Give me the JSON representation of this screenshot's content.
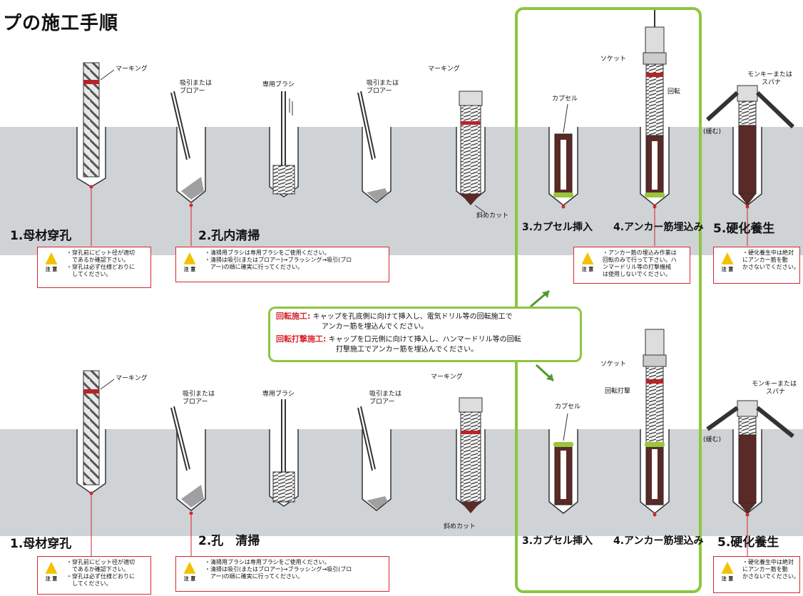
{
  "title": "プの施工手順",
  "labels": {
    "marking": "マーキング",
    "suction_blower_1": "吸引または",
    "suction_blower_2": "ブロアー",
    "brush": "専用ブラシ",
    "capsule": "カプセル",
    "socket": "ソケット",
    "rotation": "回転",
    "rotary_impact": "回転打撃",
    "monkey_1": "モンキーまたは",
    "monkey_2": "スパナ",
    "loosen": "(緩む)",
    "diagonal_cut": "斜めカット"
  },
  "steps_top": [
    "1.母材穿孔",
    "2.孔内清掃",
    "3.カプセル挿入",
    "4.アンカー筋埋込み",
    "5.硬化養生"
  ],
  "steps_bottom": [
    "1.母材穿孔",
    "2.孔　清掃",
    "3.カプセル挿入",
    "4.アンカー筋埋込み",
    "5.硬化養生"
  ],
  "caution_label": "注 意",
  "notes": {
    "drill": [
      "・穿孔前にビット径が適切",
      "　であるか確認下さい。",
      "・穿孔は必ず仕様どおりに",
      "　してください。"
    ],
    "clean": [
      "・清掃用ブラシは専用ブラシをご使用ください。",
      "・清掃は吸引(またはブロアー)→ブラッシング→吸引(ブロ",
      "　アー)の順に確実に行ってください。"
    ],
    "embed": [
      "・アンカー筋の埋込み作業は",
      "回転のみで行って下さい。ハ",
      "ンマードリル等の打撃機械",
      "は使用しないでください。"
    ],
    "cure": [
      "・硬化養生中は絶対",
      "にアンカー筋を動",
      "かさないでください。"
    ]
  },
  "methods": {
    "rotary_title": "回転施工:",
    "rotary_text_1": "キャップを孔底側に向けて挿入し、電気ドリル等の回転施工で",
    "rotary_text_2": "アンカー筋を埋込んでください。",
    "impact_title": "回転打撃施工:",
    "impact_text_1": "キャップを口元側に向けて挿入し、ハンマードリル等の回転",
    "impact_text_2": "打撃施工でアンカー筋を埋込んでください。"
  },
  "colors": {
    "accent_green": "#8cc63f",
    "caution_red": "#d6262e",
    "capsule_brown": "#5a2a27",
    "ground_gray": "#cfd3d6"
  }
}
